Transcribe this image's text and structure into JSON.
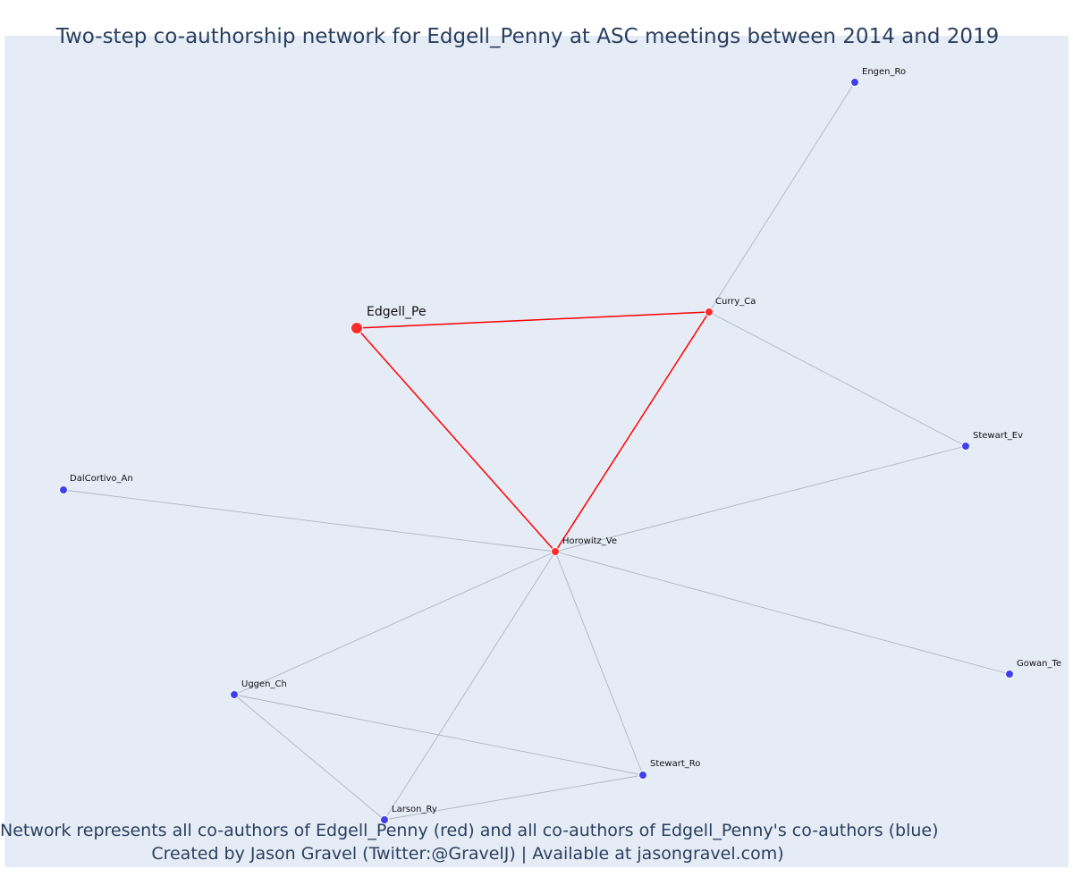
{
  "title": "Two-step co-authorship network for Edgell_Penny at ASC meetings between 2014 and 2019",
  "caption_line1": "Network represents all co-authors of Edgell_Penny (red) and all co-authors of Edgell_Penny's co-authors (blue)",
  "caption_line2": "Created by Jason Gravel (Twitter:@GravelJ) | Available at jasongravel.com)",
  "colors": {
    "background": "#e5ecf6",
    "first_degree": "#ff2b2b",
    "second_degree": "#3f3fee",
    "first_degree_edge": "#ff0000",
    "second_degree_edge": "#b0b4c8"
  },
  "nodes": [
    {
      "id": "edgell",
      "label": "Edgell_Pe",
      "group": "ego"
    },
    {
      "id": "curry",
      "label": "Curry_Ca",
      "group": "first"
    },
    {
      "id": "horowitz",
      "label": "Horowitz_Ve",
      "group": "first"
    },
    {
      "id": "engen",
      "label": "Engen_Ro",
      "group": "second"
    },
    {
      "id": "stewart_ev",
      "label": "Stewart_Ev",
      "group": "second"
    },
    {
      "id": "dalcortivo",
      "label": "DalCortivo_An",
      "group": "second"
    },
    {
      "id": "gowan",
      "label": "Gowan_Te",
      "group": "second"
    },
    {
      "id": "uggen",
      "label": "Uggen_Ch",
      "group": "second"
    },
    {
      "id": "stewart_ro",
      "label": "Stewart_Ro",
      "group": "second"
    },
    {
      "id": "larson",
      "label": "Larson_Ry",
      "group": "second"
    }
  ],
  "edges": [
    {
      "source": "edgell",
      "target": "curry",
      "type": "first"
    },
    {
      "source": "edgell",
      "target": "horowitz",
      "type": "first"
    },
    {
      "source": "curry",
      "target": "horowitz",
      "type": "first"
    },
    {
      "source": "curry",
      "target": "engen",
      "type": "second"
    },
    {
      "source": "curry",
      "target": "stewart_ev",
      "type": "second"
    },
    {
      "source": "horowitz",
      "target": "stewart_ev",
      "type": "second"
    },
    {
      "source": "horowitz",
      "target": "dalcortivo",
      "type": "second"
    },
    {
      "source": "horowitz",
      "target": "gowan",
      "type": "second"
    },
    {
      "source": "horowitz",
      "target": "uggen",
      "type": "second"
    },
    {
      "source": "horowitz",
      "target": "larson",
      "type": "second"
    },
    {
      "source": "horowitz",
      "target": "stewart_ro",
      "type": "second"
    },
    {
      "source": "uggen",
      "target": "stewart_ro",
      "type": "second"
    },
    {
      "source": "uggen",
      "target": "larson",
      "type": "second"
    },
    {
      "source": "larson",
      "target": "stewart_ro",
      "type": "second"
    }
  ]
}
